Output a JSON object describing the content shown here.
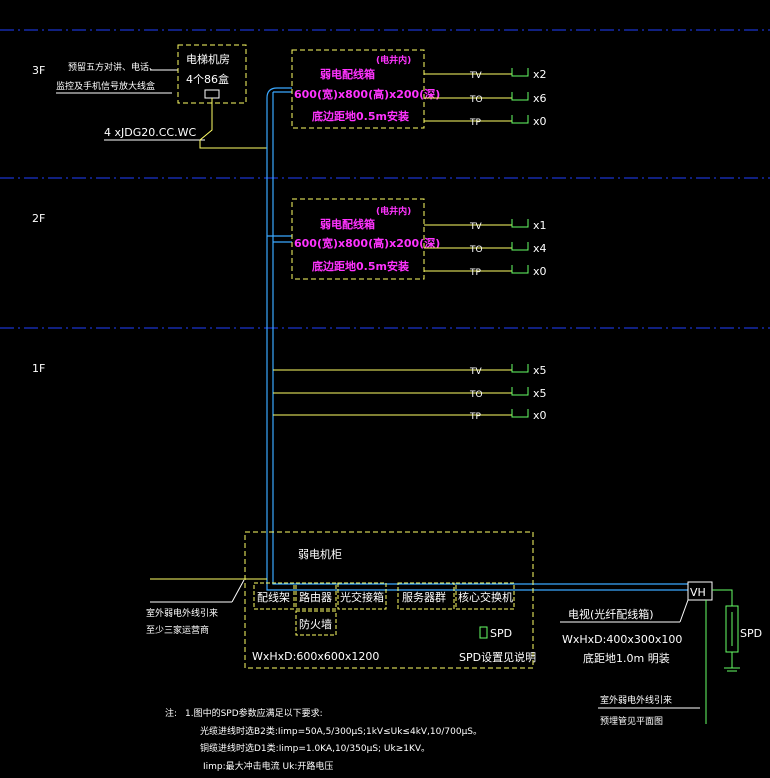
{
  "floors": {
    "f3": "3F",
    "f2": "2F",
    "f1": "1F"
  },
  "machine_room": {
    "title": "电梯机房",
    "boxes": "4个86盒"
  },
  "note_reserve": {
    "line1": "预留五方对讲、电话、",
    "line2": "监控及手机信号放大线盒"
  },
  "cable_label": "4 xJDG20.CC.WC",
  "panel": {
    "tag": "(电井内)",
    "name": "弱电配线箱",
    "dims": "600(宽)x800(高)x200(深)",
    "install": "底边距地0.5m安装"
  },
  "outlet_codes": {
    "tv": "TV",
    "to": "TO",
    "tp": "TP"
  },
  "counts": {
    "f3": [
      "x2",
      "x6",
      "x0"
    ],
    "f2": [
      "x1",
      "x4",
      "x0"
    ],
    "f1": [
      "x5",
      "x5",
      "x0"
    ]
  },
  "cabinet": {
    "title": "弱电机柜",
    "items": [
      "配线架",
      "路由器",
      "光交接箱",
      "服务器群",
      "核心交换机"
    ],
    "firewall": "防火墙",
    "dims": "WxHxD:600x600x1200",
    "spd": "SPD",
    "spd_note": "SPD设置见说明"
  },
  "outdoor_left": {
    "line1": "室外弱电外线引来",
    "line2": "至少三家运营商"
  },
  "vh": {
    "code": "VH",
    "title": "电视(光纤配线箱)",
    "dims": "WxHxD:400x300x100",
    "install": "底距地1.0m 明装"
  },
  "outdoor_right": {
    "line1": "室外弱电外线引来",
    "line2": "预埋管见平面图"
  },
  "right_spd": "SPD",
  "notes": {
    "lead": "注:",
    "l1": "1.图中的SPD参数应满足以下要求:",
    "l2": "光缆进线时选B2类:Iimp=50A,5/300μS;1kV≤Uk≤4kV,10/700μS。",
    "l3": "铜缆进线时选D1类:Iimp=1.0KA,10/350μS; Uk≥1KV。",
    "l4": "Iimp:最大冲击电流      Uk:开路电压"
  },
  "colors": {
    "floor_line": "#1f3fff",
    "riser": "#3aa8ff",
    "label": "#ff33ff",
    "dashed": "#ffff66",
    "outlet": "#66ff66"
  }
}
